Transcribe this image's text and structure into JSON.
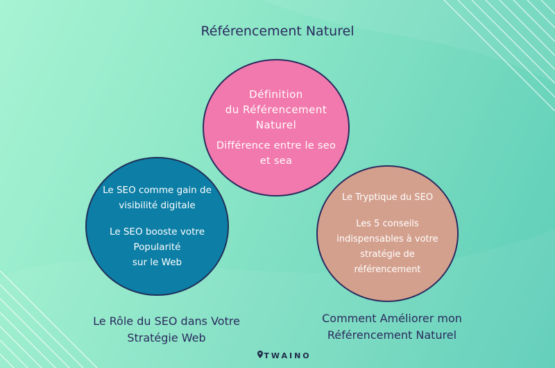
{
  "title": "Référencement Naturel",
  "circles": {
    "definition": {
      "heading": "Définition\ndu Référencement\nNaturel",
      "subtext": "Différence entre le seo\net sea",
      "color": "#f279ad"
    },
    "role": {
      "heading": "Le SEO comme gain de\nvisibilité digitale",
      "subtext": "Le SEO booste votre\nPopularité\nsur le Web",
      "color": "#0d7fa6"
    },
    "tryptique": {
      "heading": "Le Tryptique du SEO",
      "subtext": "Les 5 conseils\nindispensables à votre\nstratégie de\nréférencement",
      "color": "#d4a08e"
    }
  },
  "captions": {
    "left": "Le Rôle du SEO dans Votre\nStratégie Web",
    "right": "Comment Améliorer mon\nRéférencement Naturel"
  },
  "logo": {
    "icon": "map-pin-icon",
    "text": "TWAINO"
  },
  "colors": {
    "text_dark": "#2a2a5e",
    "background_start": "#a7f3d4",
    "background_end": "#5ccdb8"
  }
}
